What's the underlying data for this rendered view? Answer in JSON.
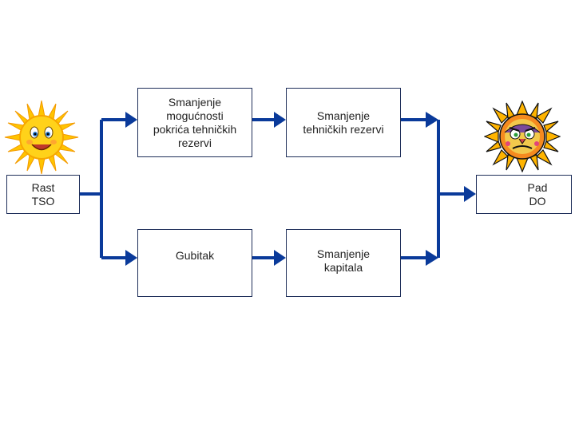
{
  "nodes": {
    "rast": "Rast\nTSO",
    "smanjenje_mogucnosti": "Smanjenje\nmogućnosti\npokrića tehničkih\nrezervi",
    "smanjenje_tehnickih": "Smanjenje\ntehničkih rezervi",
    "gubitak": "Gubitak",
    "smanjenje_kapitala": "Smanjenje\nkapitala",
    "pad": "Pad\nDO"
  },
  "icons": {
    "left": "smiling-sun-icon",
    "right": "angry-psychedelic-sun-icon"
  },
  "colors": {
    "arrow": "#0a3a9a",
    "box_border": "#1f2f5a",
    "sun_yellow": "#ffd21a",
    "sun_orange": "#f7a600"
  }
}
